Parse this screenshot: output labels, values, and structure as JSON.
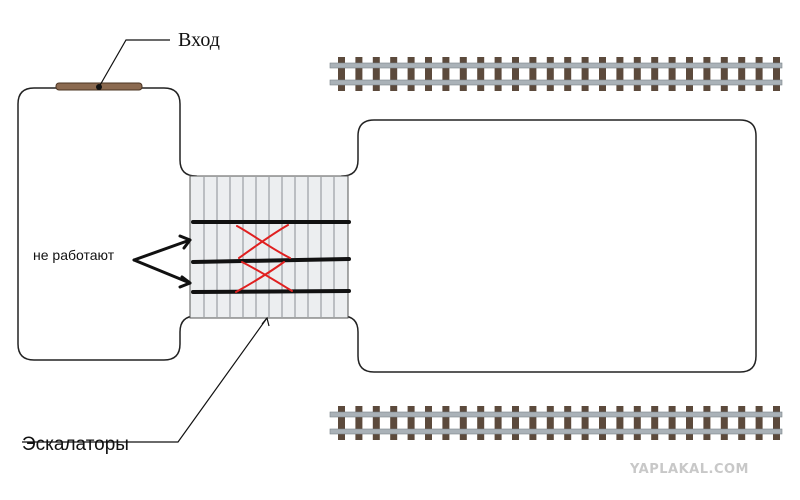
{
  "labels": {
    "entrance": "Вход",
    "broken": "не работают",
    "escalators": "Эскалаторы"
  },
  "watermark": "YAPLAKAL.COM",
  "colors": {
    "outline": "#222222",
    "rail": "#aab2b8",
    "sleeper": "#5c4a3c",
    "door": "#8b6a50",
    "escalator_fill": "#e6e8ea",
    "cross_mark": "#e02020",
    "watermark": "#c8c8c8"
  },
  "escalator_count": 3,
  "broken_escalators": 2
}
